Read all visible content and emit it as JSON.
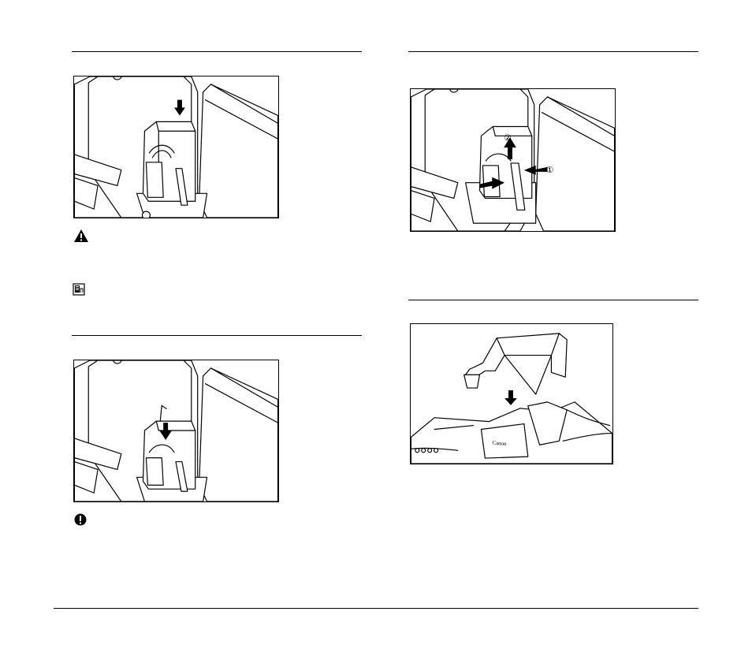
{
  "page": {
    "left_column": {
      "figure_1": {
        "name": "ink-cartridge-insert-illustration"
      },
      "caution_icon": "warning-triangle-icon",
      "note_icon": "note-icon",
      "figure_2": {
        "name": "ink-cartridge-press-illustration"
      },
      "important_icon": "exclamation-circle-icon"
    },
    "right_column": {
      "figure_3": {
        "name": "ink-cartridge-remove-illustration",
        "step_1": "①",
        "step_2": "②"
      },
      "figure_4": {
        "name": "cover-attach-illustration",
        "brand_label": "Canon"
      }
    }
  }
}
